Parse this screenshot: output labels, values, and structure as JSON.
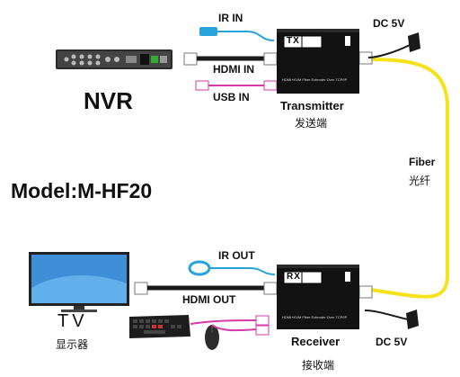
{
  "transmitter": {
    "badge": "TX",
    "caption": "HDMI+KVM Fiber Extender Over TCP/IP",
    "label_en": "Transmitter",
    "label_cn": "发送端"
  },
  "receiver": {
    "badge": "RX",
    "caption": "HDMI+KVM Fiber Extender Over TCP/IP",
    "label_en": "Receiver",
    "label_cn": "接收端"
  },
  "inputs": {
    "ir_in": "IR IN",
    "hdmi_in": "HDMI IN",
    "usb_in": "USB IN",
    "dc_tx": "DC 5V"
  },
  "outputs": {
    "ir_out": "IR OUT",
    "hdmi_out": "HDMI OUT",
    "dc_rx": "DC 5V"
  },
  "devices": {
    "nvr": "NVR",
    "tv": "TV",
    "tv_cn": "显示器"
  },
  "fiber": {
    "label_en": "Fiber",
    "label_cn": "光纤",
    "color": "#f5e21a"
  },
  "model": "Model:M-HF20",
  "colors": {
    "ir_cable": "#29a3dc",
    "usb_cable": "#d63aa8",
    "hdmi_cable": "#1a1a1a",
    "box": "#111111"
  }
}
